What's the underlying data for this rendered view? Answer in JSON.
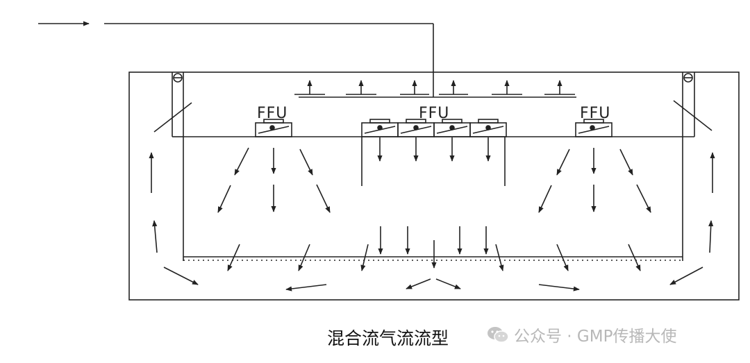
{
  "diagram": {
    "ffu_labels": [
      "FFU",
      "FFU",
      "FFU"
    ]
  },
  "caption": "混合流气流流型",
  "watermark": {
    "text": "公众号 · GMP传播大使",
    "icon": "wechat-icon"
  },
  "colors": {
    "line": "#222222",
    "watermark": "#b8b8b8"
  }
}
